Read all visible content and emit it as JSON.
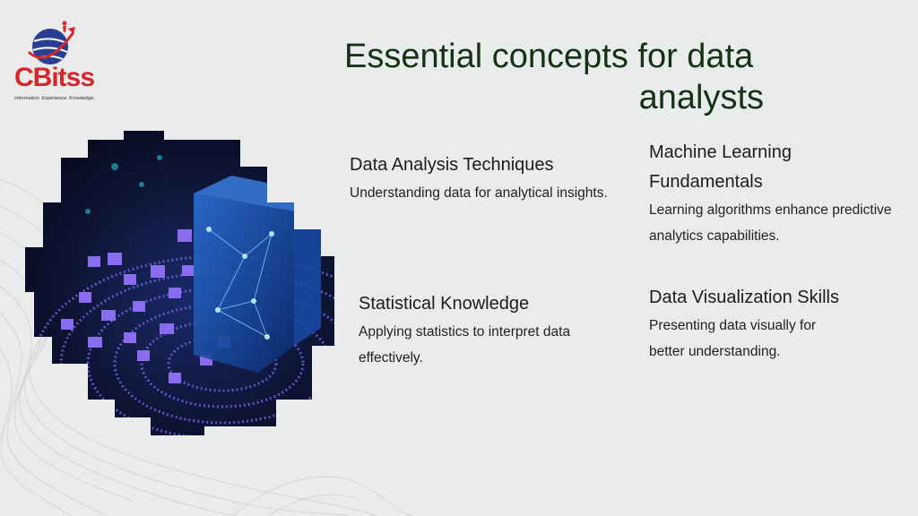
{
  "logo": {
    "name": "CBitss",
    "tagline": "Information. Experience. Knowledge.",
    "colors": {
      "red": "#d8262b",
      "blue": "#2a3f8f"
    }
  },
  "slide": {
    "title_line1": "Essential concepts for data",
    "title_line2": "analysts"
  },
  "concepts": [
    {
      "heading": "Data Analysis Techniques",
      "description": "Understanding data for analytical insights."
    },
    {
      "heading": "Machine Learning Fundamentals",
      "description": "Learning algorithms enhance predictive analytics capabilities."
    },
    {
      "heading": "Statistical Knowledge",
      "description": "Applying statistics to interpret data effectively."
    },
    {
      "heading": "Data Visualization Skills",
      "description": "Presenting data visually for better understanding."
    }
  ],
  "hero_image": {
    "icon": "data-cube-illustration-icon"
  },
  "colors": {
    "background": "#eaebec",
    "title": "#143314",
    "text": "#222222"
  }
}
